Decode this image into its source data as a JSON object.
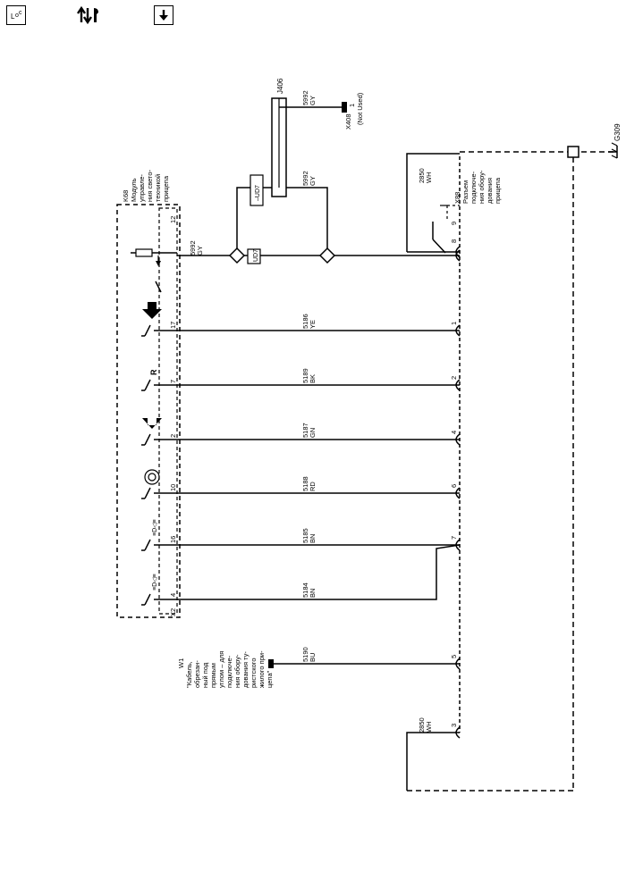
{
  "toolbar": {
    "legend_icon": "connector-legend-icon",
    "diagnostics_icon": "tools-arrows-icon",
    "download_icon": "download-icon"
  },
  "module": {
    "ref": "K68",
    "name_lines": [
      "Модуль",
      "управле-",
      "ния свето-",
      "техникой",
      "прицепа"
    ],
    "connector": "X2"
  },
  "trailer_connector": {
    "ref": "X88",
    "name_lines": [
      "Разъем",
      "подключе-",
      "ния обору-",
      "дования",
      "прицепа"
    ]
  },
  "harness": {
    "ref": "W1",
    "name_lines": [
      "\"Кабель,",
      "обрезан-",
      "ный под",
      "прямым",
      "углом – для",
      "подключе-",
      "ния обору-",
      "дования ту-",
      "ристского",
      "жилого при-",
      "цепа\""
    ]
  },
  "splice": {
    "ref": "J406"
  },
  "ground": {
    "ref": "G309"
  },
  "unused_connector": {
    "ref": "X408",
    "pin": "1",
    "note": "(Not Used)"
  },
  "ud7": {
    "label_top": "–UD7",
    "label_bottom": "UD7"
  },
  "circuits": {
    "c5992": {
      "num": "5992",
      "color": "GY"
    },
    "c2850": {
      "num": "2850",
      "color": "WH"
    },
    "c5186": {
      "num": "5186",
      "color": "YE"
    },
    "c5189": {
      "num": "5189",
      "color": "BK"
    },
    "c5187": {
      "num": "5187",
      "color": "GN"
    },
    "c5188": {
      "num": "5188",
      "color": "RD"
    },
    "c5185": {
      "num": "5185",
      "color": "BN"
    },
    "c5184": {
      "num": "5184",
      "color": "BN"
    },
    "c5190": {
      "num": "5190",
      "color": "BU"
    }
  },
  "pins": {
    "k68_12": "12",
    "k68_17": "17",
    "k68_7": "7",
    "k68_2": "2",
    "k68_10": "10",
    "k68_16": "16",
    "k68_4": "4",
    "x88_9": "9",
    "x88_8": "8",
    "x88_1": "1",
    "x88_2": "2",
    "x88_4": "4",
    "x88_6": "6",
    "x88_7": "7",
    "x88_5": "5",
    "x88_3": "3"
  },
  "symbols": {
    "reverse_letter": "R"
  }
}
